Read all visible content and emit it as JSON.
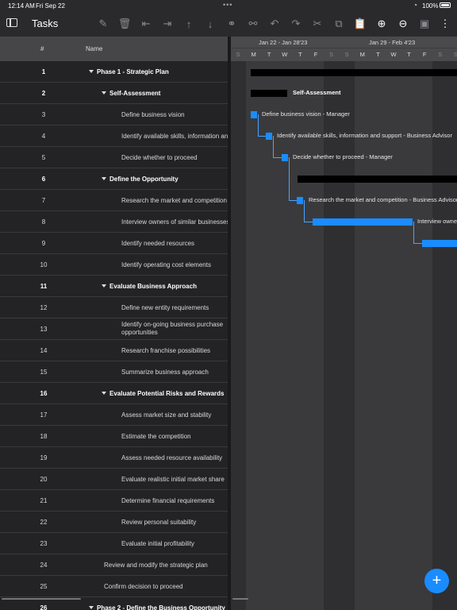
{
  "status": {
    "time": "12:14 AM",
    "date": "Fri Sep 22",
    "battery": "100%"
  },
  "toolbar": {
    "title": "Tasks"
  },
  "table": {
    "col_num": "#",
    "col_name": "Name",
    "rows": [
      {
        "num": "1",
        "name": "Phase 1 - Strategic Plan",
        "indent": 0,
        "bold": true,
        "toggle": true
      },
      {
        "num": "2",
        "name": "Self-Assessment",
        "indent": 1,
        "bold": true,
        "toggle": true
      },
      {
        "num": "3",
        "name": "Define business vision",
        "indent": 2
      },
      {
        "num": "4",
        "name": "Identify available skills, information and support",
        "indent": 2
      },
      {
        "num": "5",
        "name": "Decide whether to proceed",
        "indent": 2
      },
      {
        "num": "6",
        "name": "Define the Opportunity",
        "indent": 1,
        "bold": true,
        "toggle": true
      },
      {
        "num": "7",
        "name": "Research the market and competition",
        "indent": 2
      },
      {
        "num": "8",
        "name": "Interview owners of similar businesses",
        "indent": 2
      },
      {
        "num": "9",
        "name": "Identify needed resources",
        "indent": 2
      },
      {
        "num": "10",
        "name": "Identify operating cost elements",
        "indent": 2
      },
      {
        "num": "11",
        "name": "Evaluate Business Approach",
        "indent": 1,
        "bold": true,
        "toggle": true
      },
      {
        "num": "12",
        "name": "Define new entity requirements",
        "indent": 2
      },
      {
        "num": "13",
        "name": "Identify on-going business purchase opportunities",
        "indent": 2,
        "two": true
      },
      {
        "num": "14",
        "name": "Research franchise possibilities",
        "indent": 2
      },
      {
        "num": "15",
        "name": "Summarize business approach",
        "indent": 2
      },
      {
        "num": "16",
        "name": "Evaluate Potential Risks and Rewards",
        "indent": 1,
        "bold": true,
        "toggle": true
      },
      {
        "num": "17",
        "name": "Assess market size and stability",
        "indent": 2
      },
      {
        "num": "18",
        "name": "Estimate the competition",
        "indent": 2
      },
      {
        "num": "19",
        "name": "Assess needed resource availability",
        "indent": 2
      },
      {
        "num": "20",
        "name": "Evaluate realistic initial market share",
        "indent": 2
      },
      {
        "num": "21",
        "name": "Determine financial requirements",
        "indent": 2
      },
      {
        "num": "22",
        "name": "Review personal suitability",
        "indent": 2
      },
      {
        "num": "23",
        "name": "Evaluate initial profitability",
        "indent": 2
      },
      {
        "num": "24",
        "name": "Review and modify the strategic plan",
        "indent": 1
      },
      {
        "num": "25",
        "name": "Confirm decision to proceed",
        "indent": 1
      },
      {
        "num": "26",
        "name": "Phase 2 - Define the Business Opportunity",
        "indent": 0,
        "bold": true,
        "toggle": true
      }
    ]
  },
  "gantt": {
    "week1": "Jan 22 - Jan 28'23",
    "week2": "Jan 29 - Feb 4'23",
    "days": [
      "S",
      "M",
      "T",
      "W",
      "T",
      "F",
      "S",
      "S",
      "M",
      "T",
      "W",
      "T",
      "F",
      "S",
      "S"
    ],
    "labels": {
      "self_assessment": "Self-Assessment",
      "t3": "Define business vision - Manager",
      "t4": "Identify available skills, information and support - Business Advisor",
      "t5": "Decide whether to proceed - Manager",
      "t7": "Research the market and competition - Business Advisor",
      "t8": "Interview owners of similar businesses"
    }
  }
}
